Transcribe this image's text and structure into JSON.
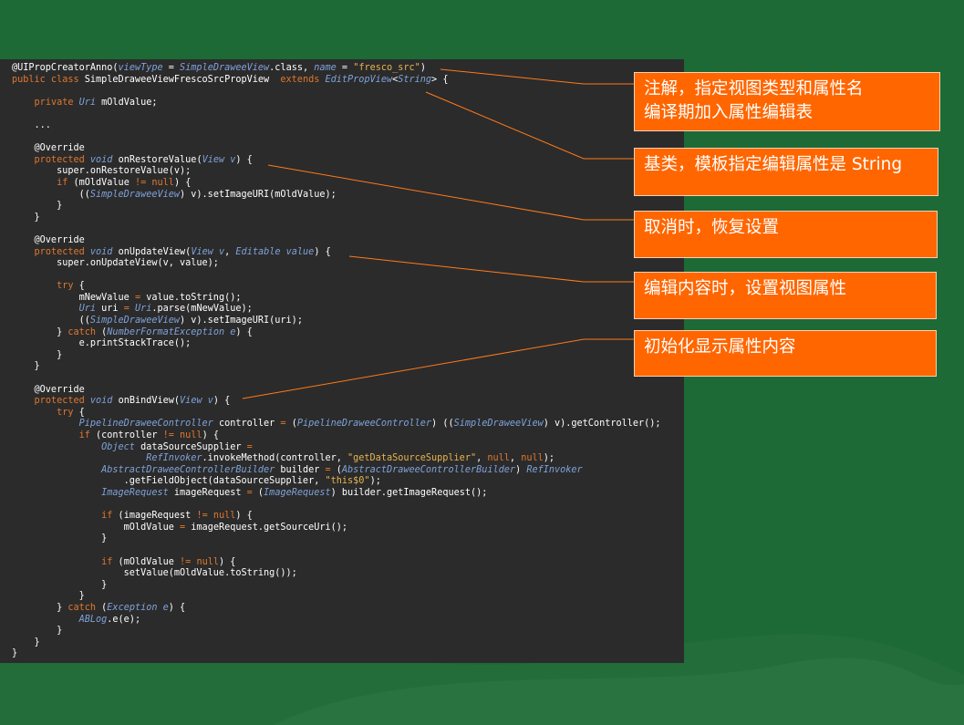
{
  "code_lines": [
    [
      [
        "an",
        "@UIPropCreatorAnno("
      ],
      [
        "ty",
        "viewType"
      ],
      [
        "an",
        " = "
      ],
      [
        "ty",
        "SimpleDraweeView"
      ],
      [
        "an",
        ".class, "
      ],
      [
        "ty",
        "name"
      ],
      [
        "an",
        " = "
      ],
      [
        "st",
        "\"fresco_src\""
      ],
      [
        "an",
        ")"
      ]
    ],
    [
      [
        "kw",
        "public class "
      ],
      [
        "an",
        "SimpleDraweeViewFrescoSrcPropView  "
      ],
      [
        "kw",
        "extends "
      ],
      [
        "ty",
        "EditPropView"
      ],
      [
        "an",
        "<"
      ],
      [
        "ty",
        "String"
      ],
      [
        "an",
        "> {"
      ]
    ],
    [],
    [
      [
        "an",
        "    "
      ],
      [
        "kw",
        "private "
      ],
      [
        "ty",
        "Uri"
      ],
      [
        "an",
        " mOldValue;"
      ]
    ],
    [],
    [
      [
        "an",
        "    ..."
      ]
    ],
    [],
    [
      [
        "an",
        "    @Override"
      ]
    ],
    [
      [
        "an",
        "    "
      ],
      [
        "kw",
        "protected "
      ],
      [
        "ty",
        "void"
      ],
      [
        "an",
        " onRestoreValue("
      ],
      [
        "ty",
        "View"
      ],
      [
        "an",
        " "
      ],
      [
        "ty",
        "v"
      ],
      [
        "an",
        ") {"
      ]
    ],
    [
      [
        "an",
        "        super.onRestoreValue(v);"
      ]
    ],
    [
      [
        "an",
        "        "
      ],
      [
        "kw",
        "if"
      ],
      [
        "an",
        " (mOldValue "
      ],
      [
        "kw",
        "!="
      ],
      [
        "an",
        " "
      ],
      [
        "kw",
        "null"
      ],
      [
        "an",
        ") {"
      ]
    ],
    [
      [
        "an",
        "            (("
      ],
      [
        "ty",
        "SimpleDraweeView"
      ],
      [
        "an",
        ") v).setImageURI(mOldValue);"
      ]
    ],
    [
      [
        "an",
        "        }"
      ]
    ],
    [
      [
        "an",
        "    }"
      ]
    ],
    [],
    [
      [
        "an",
        "    @Override"
      ]
    ],
    [
      [
        "an",
        "    "
      ],
      [
        "kw",
        "protected "
      ],
      [
        "ty",
        "void"
      ],
      [
        "an",
        " onUpdateView("
      ],
      [
        "ty",
        "View"
      ],
      [
        "an",
        " "
      ],
      [
        "ty",
        "v"
      ],
      [
        "an",
        ", "
      ],
      [
        "ty",
        "Editable"
      ],
      [
        "an",
        " "
      ],
      [
        "ty",
        "value"
      ],
      [
        "an",
        ") {"
      ]
    ],
    [
      [
        "an",
        "        super.onUpdateView(v, value);"
      ]
    ],
    [],
    [
      [
        "an",
        "        "
      ],
      [
        "kw",
        "try"
      ],
      [
        "an",
        " {"
      ]
    ],
    [
      [
        "an",
        "            mNewValue "
      ],
      [
        "kw",
        "="
      ],
      [
        "an",
        " value.toString();"
      ]
    ],
    [
      [
        "an",
        "            "
      ],
      [
        "ty",
        "Uri"
      ],
      [
        "an",
        " uri "
      ],
      [
        "kw",
        "="
      ],
      [
        "an",
        " "
      ],
      [
        "ty",
        "Uri"
      ],
      [
        "an",
        ".parse(mNewValue);"
      ]
    ],
    [
      [
        "an",
        "            (("
      ],
      [
        "ty",
        "SimpleDraweeView"
      ],
      [
        "an",
        ") v).setImageURI(uri);"
      ]
    ],
    [
      [
        "an",
        "        } "
      ],
      [
        "kw",
        "catch"
      ],
      [
        "an",
        " ("
      ],
      [
        "ty",
        "NumberFormatException"
      ],
      [
        "an",
        " "
      ],
      [
        "ty",
        "e"
      ],
      [
        "an",
        ") {"
      ]
    ],
    [
      [
        "an",
        "            e.printStackTrace();"
      ]
    ],
    [
      [
        "an",
        "        }"
      ]
    ],
    [
      [
        "an",
        "    }"
      ]
    ],
    [],
    [
      [
        "an",
        "    @Override"
      ]
    ],
    [
      [
        "an",
        "    "
      ],
      [
        "kw",
        "protected "
      ],
      [
        "ty",
        "void"
      ],
      [
        "an",
        " onBindView("
      ],
      [
        "ty",
        "View"
      ],
      [
        "an",
        " "
      ],
      [
        "ty",
        "v"
      ],
      [
        "an",
        ") {"
      ]
    ],
    [
      [
        "an",
        "        "
      ],
      [
        "kw",
        "try"
      ],
      [
        "an",
        " {"
      ]
    ],
    [
      [
        "an",
        "            "
      ],
      [
        "ty",
        "PipelineDraweeController"
      ],
      [
        "an",
        " controller "
      ],
      [
        "kw",
        "="
      ],
      [
        "an",
        " ("
      ],
      [
        "ty",
        "PipelineDraweeController"
      ],
      [
        "an",
        ") (("
      ],
      [
        "ty",
        "SimpleDraweeView"
      ],
      [
        "an",
        ") v).getController();"
      ]
    ],
    [
      [
        "an",
        "            "
      ],
      [
        "kw",
        "if"
      ],
      [
        "an",
        " (controller "
      ],
      [
        "kw",
        "!="
      ],
      [
        "an",
        " "
      ],
      [
        "kw",
        "null"
      ],
      [
        "an",
        ") {"
      ]
    ],
    [
      [
        "an",
        "                "
      ],
      [
        "ty",
        "Object"
      ],
      [
        "an",
        " dataSourceSupplier "
      ],
      [
        "kw",
        "="
      ]
    ],
    [
      [
        "an",
        "                        "
      ],
      [
        "ty",
        "RefInvoker"
      ],
      [
        "an",
        ".invokeMethod(controller, "
      ],
      [
        "st",
        "\"getDataSourceSupplier\""
      ],
      [
        "an",
        ", "
      ],
      [
        "kw",
        "null"
      ],
      [
        "an",
        ", "
      ],
      [
        "kw",
        "null"
      ],
      [
        "an",
        ");"
      ]
    ],
    [
      [
        "an",
        "                "
      ],
      [
        "ty",
        "AbstractDraweeControllerBuilder"
      ],
      [
        "an",
        " builder "
      ],
      [
        "kw",
        "="
      ],
      [
        "an",
        " ("
      ],
      [
        "ty",
        "AbstractDraweeControllerBuilder"
      ],
      [
        "an",
        ") "
      ],
      [
        "ty",
        "RefInvoker"
      ]
    ],
    [
      [
        "an",
        "                    .getFieldObject(dataSourceSupplier, "
      ],
      [
        "st",
        "\"this$0\""
      ],
      [
        "an",
        ");"
      ]
    ],
    [
      [
        "an",
        "                "
      ],
      [
        "ty",
        "ImageRequest"
      ],
      [
        "an",
        " imageRequest "
      ],
      [
        "kw",
        "="
      ],
      [
        "an",
        " ("
      ],
      [
        "ty",
        "ImageRequest"
      ],
      [
        "an",
        ") builder.getImageRequest();"
      ]
    ],
    [],
    [
      [
        "an",
        "                "
      ],
      [
        "kw",
        "if"
      ],
      [
        "an",
        " (imageRequest "
      ],
      [
        "kw",
        "!="
      ],
      [
        "an",
        " "
      ],
      [
        "kw",
        "null"
      ],
      [
        "an",
        ") {"
      ]
    ],
    [
      [
        "an",
        "                    mOldValue "
      ],
      [
        "kw",
        "="
      ],
      [
        "an",
        " imageRequest.getSourceUri();"
      ]
    ],
    [
      [
        "an",
        "                }"
      ]
    ],
    [],
    [
      [
        "an",
        "                "
      ],
      [
        "kw",
        "if"
      ],
      [
        "an",
        " (mOldValue "
      ],
      [
        "kw",
        "!="
      ],
      [
        "an",
        " "
      ],
      [
        "kw",
        "null"
      ],
      [
        "an",
        ") {"
      ]
    ],
    [
      [
        "an",
        "                    setValue(mOldValue.toString());"
      ]
    ],
    [
      [
        "an",
        "                }"
      ]
    ],
    [
      [
        "an",
        "            }"
      ]
    ],
    [
      [
        "an",
        "        } "
      ],
      [
        "kw",
        "catch"
      ],
      [
        "an",
        " ("
      ],
      [
        "ty",
        "Exception"
      ],
      [
        "an",
        " "
      ],
      [
        "ty",
        "e"
      ],
      [
        "an",
        ") {"
      ]
    ],
    [
      [
        "an",
        "            "
      ],
      [
        "ty",
        "ABLog"
      ],
      [
        "an",
        ".e(e);"
      ]
    ],
    [
      [
        "an",
        "        }"
      ]
    ],
    [
      [
        "an",
        "    }"
      ]
    ],
    [
      [
        "an",
        "}"
      ]
    ]
  ],
  "callouts": [
    {
      "lines": [
        "注解，指定视图类型和属性名",
        "编译期加入属性编辑表"
      ]
    },
    {
      "lines": [
        "基类，模板指定编辑属性是 String"
      ]
    },
    {
      "lines": [
        "取消时，恢复设置"
      ]
    },
    {
      "lines": [
        "编辑内容时，设置视图属性"
      ]
    },
    {
      "lines": [
        "初始化显示属性内容"
      ]
    }
  ],
  "colors": {
    "background": "#1d6a36",
    "code_background": "#2b2b2b",
    "callout_fill": "#ff6600",
    "connector": "#ff7a1a",
    "keyword": "#e0772e",
    "type": "#7fa2da",
    "string": "#e8b44f"
  }
}
